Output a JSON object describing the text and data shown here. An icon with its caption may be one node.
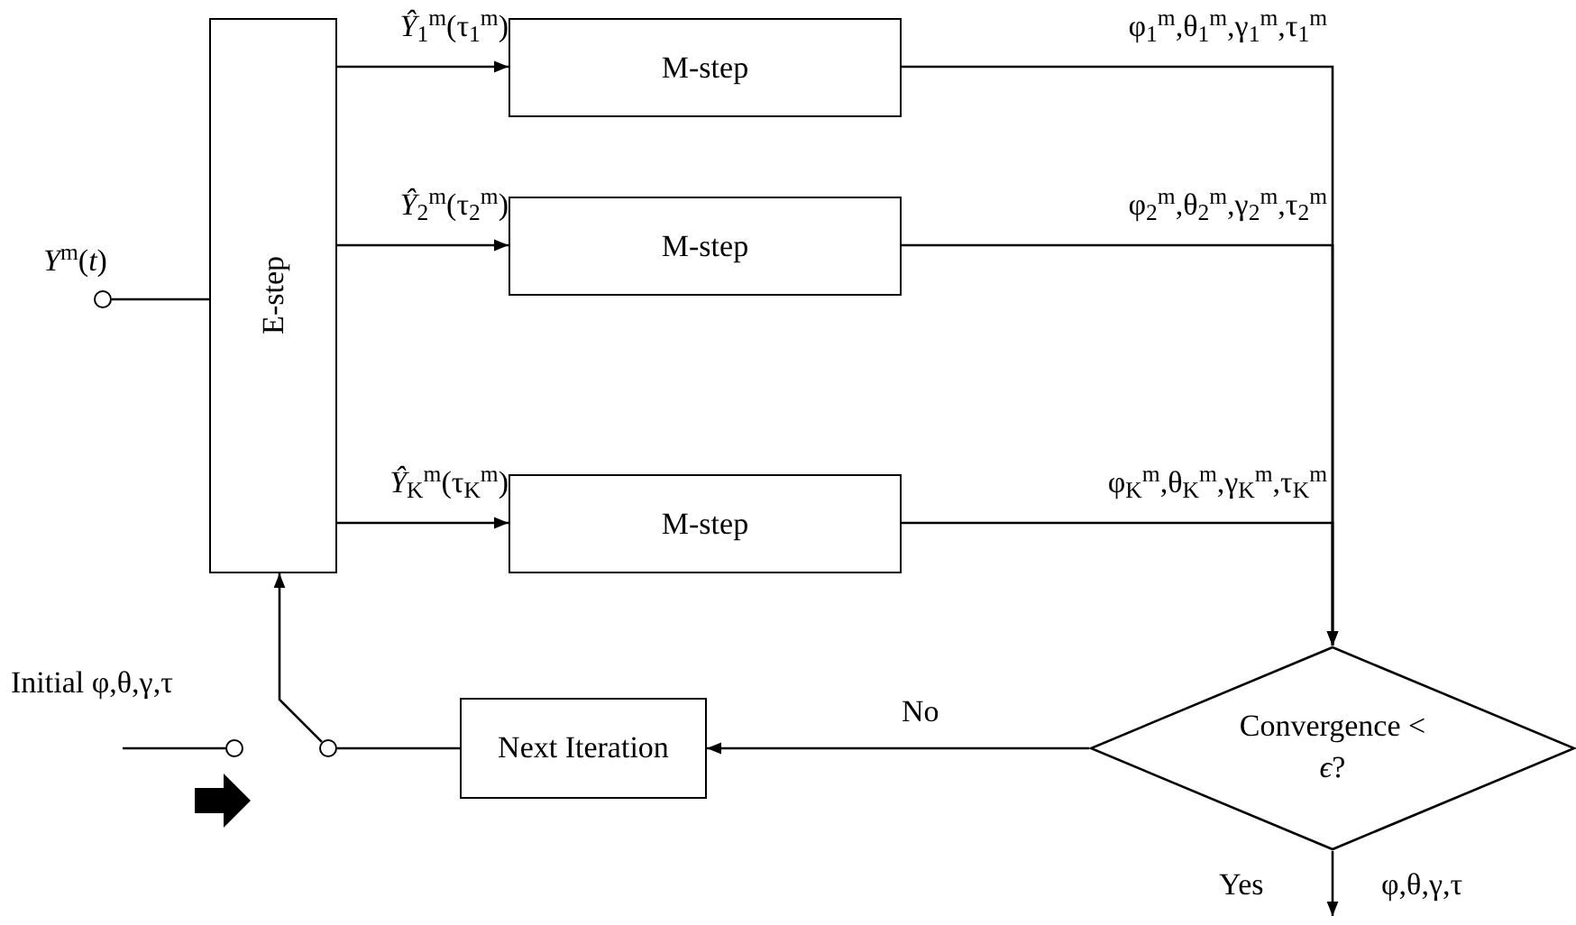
{
  "diagram": {
    "nodes": [
      {
        "text": [
          "E-step"
        ]
      },
      {
        "text": [
          "M-step"
        ]
      },
      {
        "text": [
          "M-step"
        ]
      },
      {
        "text": [
          "M-step"
        ]
      },
      {
        "text": [
          "Convergence < *ϵ*?"
        ]
      },
      {
        "text": [
          "Next Iteration"
        ]
      },
      {
        "text": [],
        "shape": "circle",
        "beside": [
          "*Y*$^{m}$(*t*)"
        ]
      },
      {
        "text": [],
        "shape": "circle"
      },
      {
        "text": [],
        "shape": "circle",
        "beside": [
          "Initial φ,θ,γ,τ"
        ]
      }
    ],
    "edges": [
      {
        "from": 6,
        "to": 0,
        "arrow": "none"
      },
      {
        "from": 0,
        "to": 1,
        "arrow": "to",
        "label": "*Ŷ*$_{1}$$^{m}$(τ$_{1}$$^{m}$)"
      },
      {
        "from": 0,
        "to": 2,
        "arrow": "to",
        "label": "*Ŷ*$_{2}$$^{m}$(τ$_{2}$$^{m}$)"
      },
      {
        "from": 0,
        "to": 3,
        "arrow": "to",
        "label": "*Ŷ*$_{K}$$^{m}$(τ$_{K}$$^{m}$)"
      },
      {
        "from": 1,
        "to": 4,
        "arrow": "to",
        "label": "φ$_{1}$$^{m}$,θ$_{1}$$^{m}$,γ$_{1}$$^{m}$,τ$_{1}$$^{m}$"
      },
      {
        "from": 2,
        "to": 4,
        "arrow": "to",
        "label": "φ$_{2}$$^{m}$,θ$_{2}$$^{m}$,γ$_{2}$$^{m}$,τ$_{2}$$^{m}$"
      },
      {
        "from": 3,
        "to": 4,
        "arrow": "to",
        "label": "φ$_{K}$$^{m}$,θ$_{K}$$^{m}$,γ$_{K}$$^{m}$,τ$_{K}$$^{m}$"
      },
      {
        "from": 4,
        "to": 5,
        "arrow": "to",
        "label": "No"
      },
      {
        "from": 5,
        "to": 7,
        "arrow": "none"
      },
      {
        "from": 7,
        "to": 0,
        "arrow": "to"
      },
      {
        "from": 4,
        "to": null,
        "arrow": "to",
        "label": "Yes"
      },
      {
        "from": null,
        "to": 8,
        "arrow": "none"
      }
    ],
    "labels": [
      "φ,θ,γ,τ"
    ]
  }
}
